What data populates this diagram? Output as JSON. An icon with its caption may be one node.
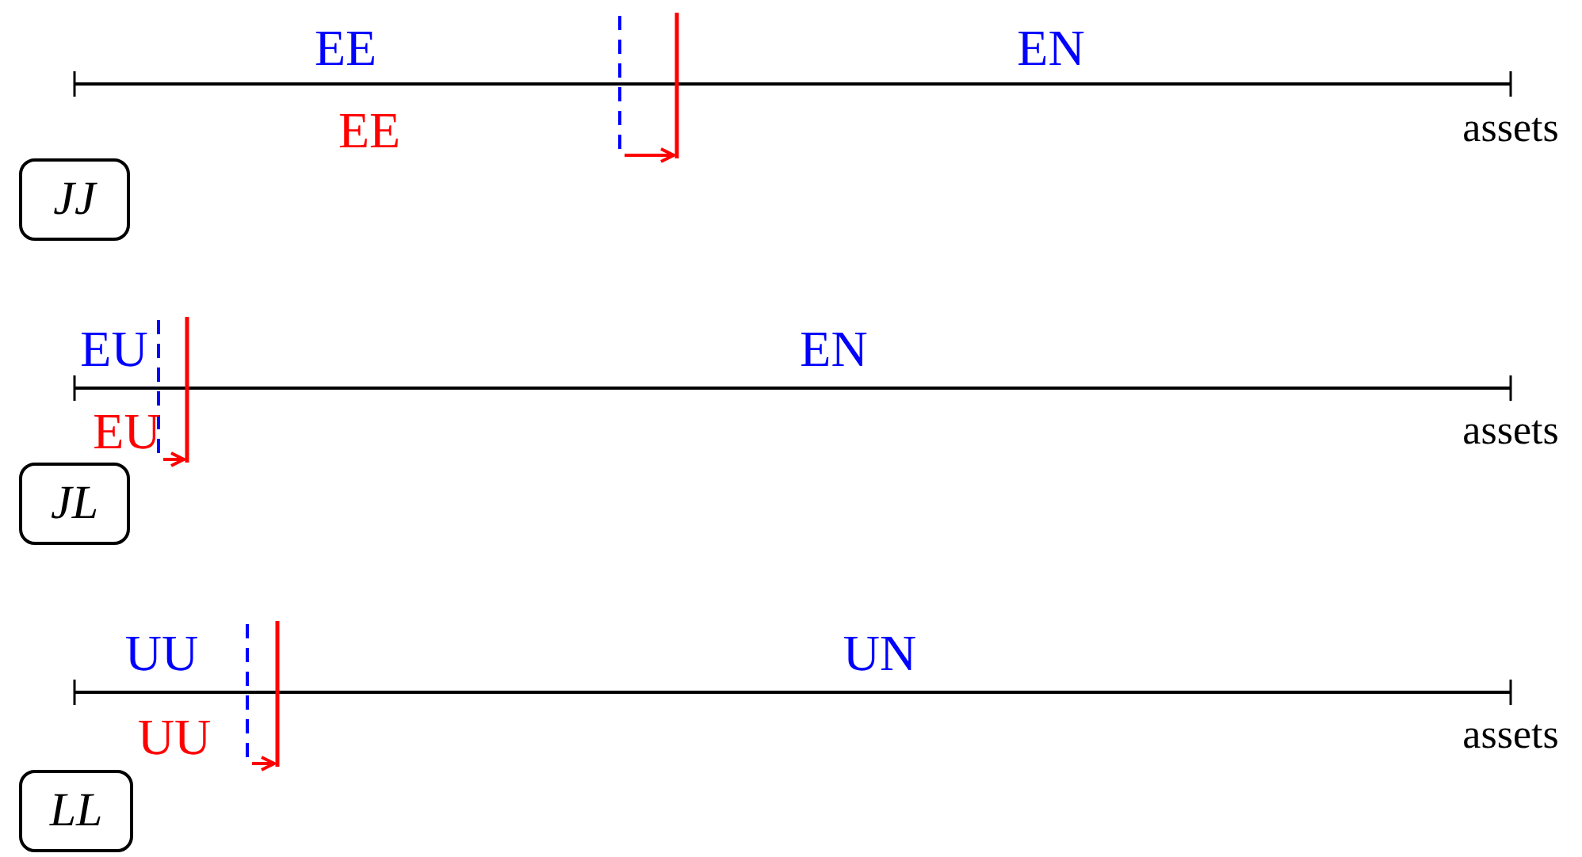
{
  "diagram": {
    "nodes": [
      {
        "text": [
          "JJ"
        ]
      },
      {
        "text": [
          "JL"
        ]
      },
      {
        "text": [
          "LL"
        ]
      }
    ],
    "labels": [
      "EE",
      "EN",
      "EE",
      "assets",
      "EU",
      "EN",
      "EU",
      "assets",
      "UU",
      "UN",
      "UU",
      "assets"
    ]
  }
}
